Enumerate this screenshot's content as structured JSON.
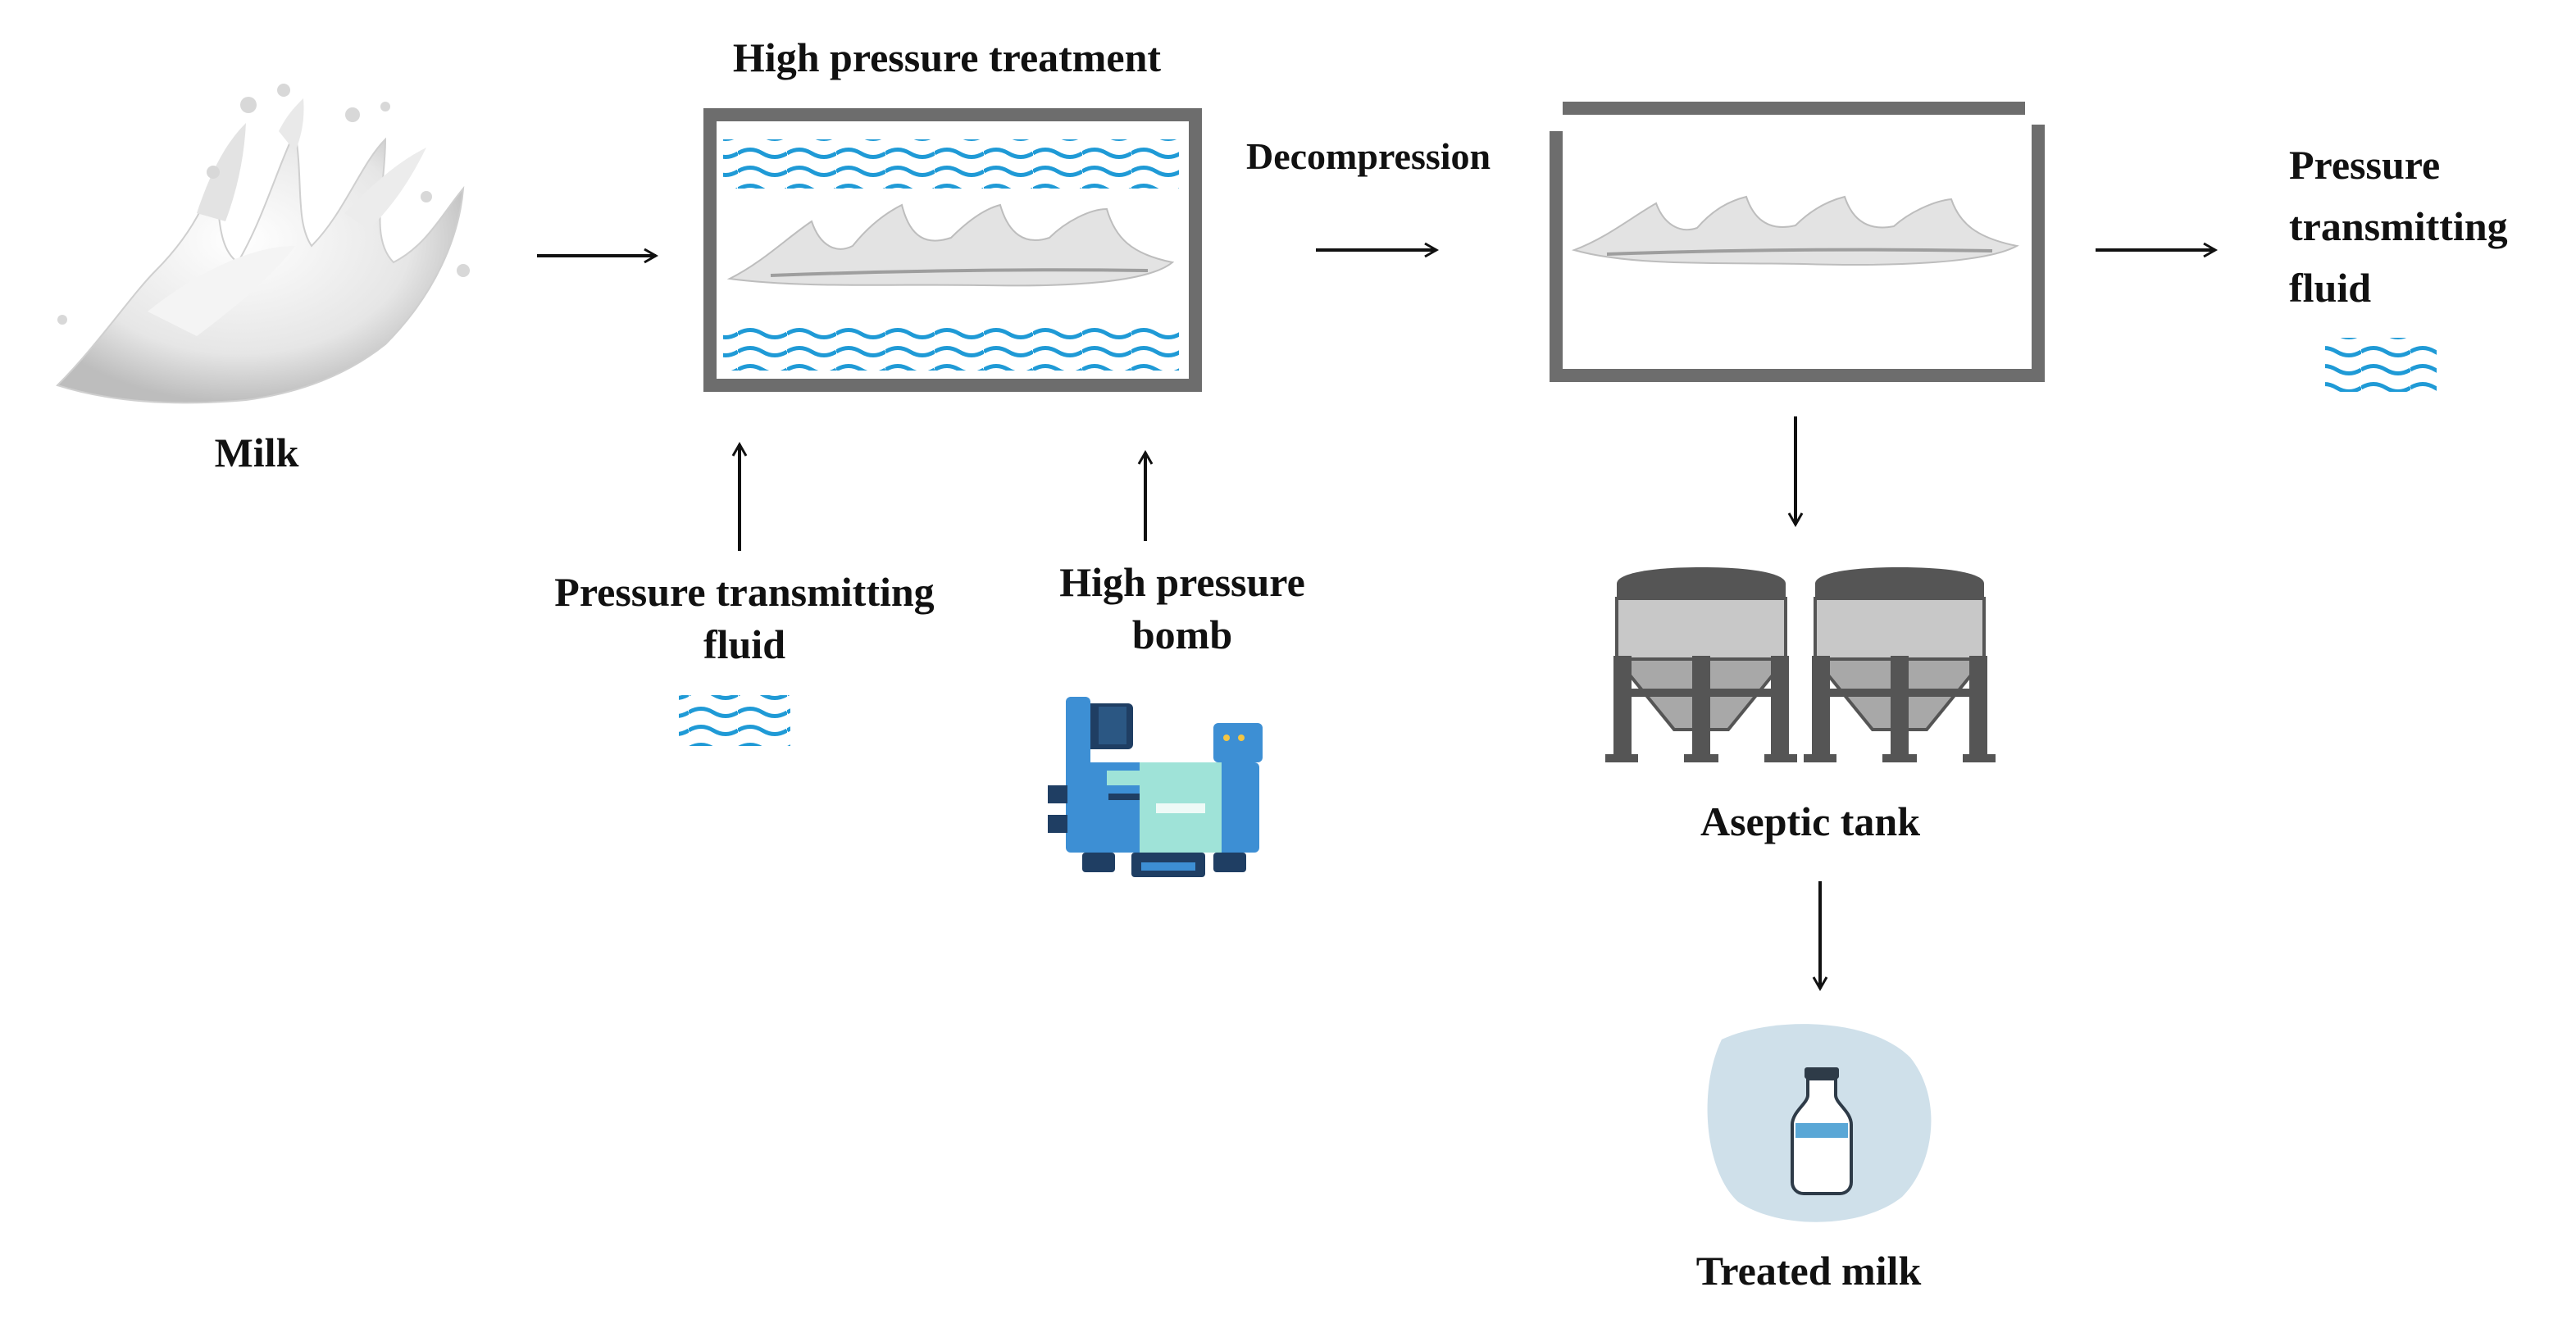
{
  "labels": {
    "milk": "Milk",
    "high_pressure_treatment": "High pressure treatment",
    "decompression": "Decompression",
    "pressure_fluid_bottom": [
      "Pressure transmitting",
      "fluid"
    ],
    "high_pressure_bomb": [
      "High pressure",
      "bomb"
    ],
    "pressure_fluid_right": [
      "Pressure",
      "transmitting",
      "fluid"
    ],
    "aseptic_tank": "Aseptic tank",
    "treated_milk": "Treated milk"
  },
  "colors": {
    "wave": "#1f9ad6",
    "vessel_frame": "#6d6d6d",
    "arrow": "#111111",
    "milk_white": "#eeeeee",
    "milk_shadow": "#c9c9c9",
    "tank_body": "#c8c8c8",
    "tank_dark": "#555555",
    "pump_blue": "#3d8fd4",
    "pump_mint": "#9fe3d8",
    "pump_navy": "#1f3e63",
    "bottle_bg": "#cfe0ea"
  },
  "icons": {
    "milk_splash": "milk-splash-icon",
    "waves": "water-waves-icon",
    "pump": "high-pressure-pump-icon",
    "tank": "aseptic-tank-icon",
    "bottle": "milk-bottle-icon"
  }
}
